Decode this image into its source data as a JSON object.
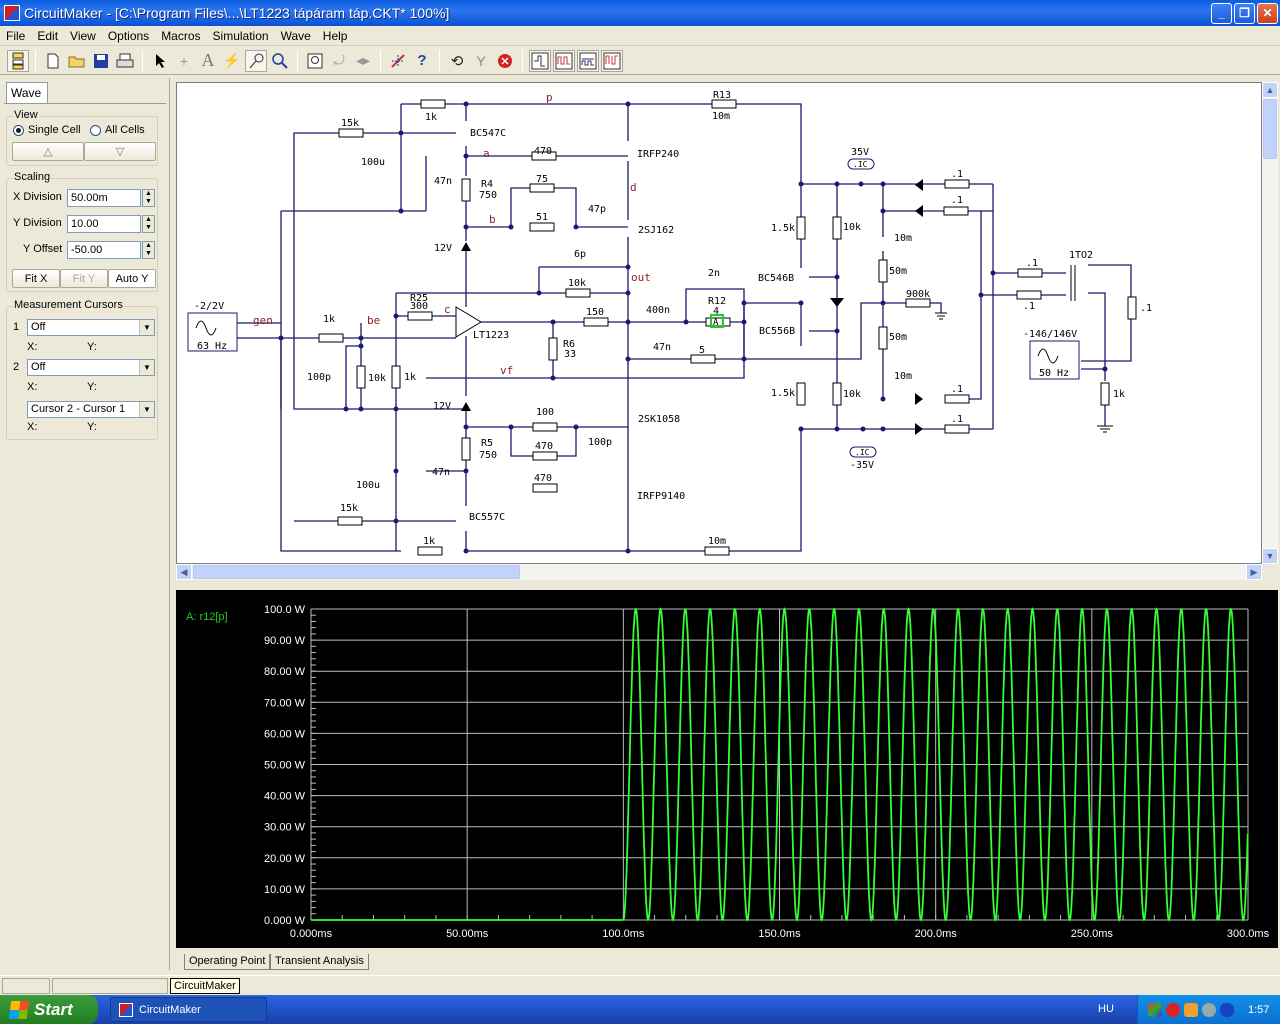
{
  "window": {
    "title": "CircuitMaker - [C:\\Program Files\\...\\LT1223 tápáram táp.CKT* 100%]",
    "minimize_label": "_",
    "restore_label": "❐",
    "close_label": "✕"
  },
  "menu": [
    "File",
    "Edit",
    "View",
    "Options",
    "Macros",
    "Simulation",
    "Wave",
    "Help"
  ],
  "toolbar": {
    "icons": [
      "parts-bin-icon",
      "new-file-icon",
      "open-folder-icon",
      "save-icon",
      "print-icon",
      "arrow-tool-icon",
      "wire-tool-icon",
      "text-tool-icon",
      "probe-lightning-icon",
      "probe-tool-icon",
      "zoom-tool-icon",
      "search-parts-icon",
      "rotate-icon",
      "mirror-icon",
      "digital-analog-icon",
      "help-icon",
      "reset-icon",
      "trace-icon",
      "stop-icon",
      "waveform-1-icon",
      "waveform-2-icon",
      "waveform-3-icon",
      "waveform-4-icon"
    ]
  },
  "panel": {
    "tab": "Wave",
    "view": {
      "title": "View",
      "single_cell": "Single Cell",
      "all_cells": "All Cells",
      "selected": "Single Cell",
      "up_label": "△",
      "down_label": "▽"
    },
    "scaling": {
      "title": "Scaling",
      "x_division_label": "X Division",
      "x_division_value": "50.00m",
      "y_division_label": "Y Division",
      "y_division_value": "10.00",
      "y_offset_label": "Y Offset",
      "y_offset_value": "-50.00",
      "fit_x": "Fit X",
      "fit_y": "Fit Y",
      "auto_y": "Auto Y"
    },
    "cursors": {
      "title": "Measurement Cursors",
      "c1_num": "1",
      "c1_value": "Off",
      "c2_num": "2",
      "c2_value": "Off",
      "diff_value": "Cursor 2 - Cursor 1",
      "x_label": "X:",
      "y_label": "Y:"
    }
  },
  "schematic": {
    "labels": {
      "r15k_top": "15k",
      "r1k_top": "1k",
      "q_bc547c": "BC547C",
      "node_p": "p",
      "node_a": "a",
      "node_b": "b",
      "node_d": "d",
      "c100u_top": "100u",
      "c47n_top": "47n",
      "r4": "R4",
      "r4v": "750",
      "r470_a": "470",
      "irfp240": "IRFP240",
      "r75": "75",
      "r51": "51",
      "c47p": "47p",
      "sj162": "2SJ162",
      "z12v_top": "12V",
      "r13": "R13",
      "r13v": "10m",
      "c6p": "6p",
      "r10k_fb": "10k",
      "node_out": "out",
      "src1_amp": "-2/2V",
      "src1_freq": "63 Hz",
      "node_gen": "gen",
      "r1k_in": "1k",
      "node_be": "be",
      "node_c": "c",
      "r25": "R25",
      "r25v": "300",
      "opamp": "LT1223",
      "r150": "150",
      "l400n": "400n",
      "c2n": "2n",
      "r12": "R12",
      "r12v": "4",
      "probe": "A",
      "r6": "R6",
      "r6v": "33",
      "c47n_mid": "47n",
      "r5_zobel": "5",
      "node_vf": "vf",
      "c100p_in": "100p",
      "r10k_in": "10k",
      "r1k_in2": "1k",
      "z12v_bot": "12V",
      "r100": "100",
      "r470_b": "470",
      "c100p_b": "100p",
      "sk1058": "2SK1058",
      "r5": "R5",
      "r5v": "750",
      "c100u_bot": "100u",
      "c47n_bot": "47n",
      "r470_c": "470",
      "irfp9140": "IRFP9140",
      "r15k_bot": "15k",
      "q_bc557c": "BC557C",
      "r1k_bot": "1k",
      "r10m_bot": "10m",
      "r1_5k_top": "1.5k",
      "r1_5k_bot": "1.5k",
      "bc546b": "BC546B",
      "bc556b": "BC556B",
      "r10k_a": "10k",
      "r10k_b": "10k",
      "v35": "35V",
      "vm35": "-35V",
      "ic": ".IC",
      "c10m_a": "10m",
      "c10m_b": "10m",
      "r50m_a": "50m",
      "r50m_b": "50m",
      "r900k": "900k",
      "r01": ".1",
      "tr": "1TO2",
      "src2_amp": "-146/146V",
      "src2_freq": "50 Hz",
      "r1k_gnd": "1k"
    }
  },
  "chart_data": {
    "type": "line",
    "title": "",
    "trace_label": "A: r12[p]",
    "xlabel": "",
    "ylabel": "",
    "x_ticks": [
      "0.000ms",
      "50.00ms",
      "100.0ms",
      "150.0ms",
      "200.0ms",
      "250.0ms",
      "300.0ms"
    ],
    "y_ticks": [
      "0.000 W",
      "10.00 W",
      "20.00 W",
      "30.00 W",
      "40.00 W",
      "50.00 W",
      "60.00 W",
      "70.00 W",
      "80.00 W",
      "90.00 W",
      "100.0 W"
    ],
    "xlim": [
      0,
      300
    ],
    "ylim": [
      0,
      100
    ],
    "grid": true,
    "series": [
      {
        "name": "r12[p]",
        "color": "#33ff33",
        "description": "0 W from 0 to 100 ms, then sin^2 power oscillation 0-100 W with ~8 ms period (2×63 Hz) until 300 ms",
        "segments": [
          {
            "x_start": 0,
            "x_end": 100,
            "value": 0
          },
          {
            "x_start": 100,
            "x_end": 300,
            "min": 0,
            "max": 100,
            "period_ms": 7.94,
            "peaks": 25
          }
        ]
      }
    ]
  },
  "bottom_tabs": [
    "Operating Point",
    "Transient Analysis"
  ],
  "tooltip": "CircuitMaker",
  "taskbar": {
    "start": "Start",
    "task": "CircuitMaker",
    "lang": "HU",
    "clock": "1:57"
  }
}
